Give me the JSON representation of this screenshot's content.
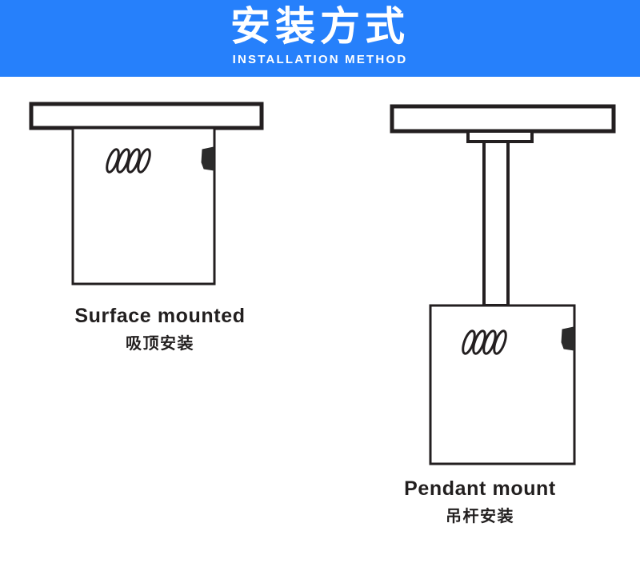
{
  "banner": {
    "title": "安装方式",
    "subtitle": "INSTALLATION METHOD",
    "background_color": "#2680fb",
    "text_color": "#ffffff"
  },
  "diagrams": [
    {
      "id": "surface-mounted",
      "caption_en": "Surface mounted",
      "caption_zh": "吸顶安装",
      "parts": {
        "ceiling_bar": "ceiling-bar",
        "fixture_body": "fixture-body",
        "coil_marks": "coil-marks",
        "side_tab": "side-tab"
      }
    },
    {
      "id": "pendant-mount",
      "caption_en": "Pendant mount",
      "caption_zh": "吊杆安装",
      "parts": {
        "ceiling_bar": "ceiling-bar",
        "mounting_plate": "mounting-plate",
        "drop_rod": "drop-rod",
        "fixture_body": "fixture-body",
        "coil_marks": "coil-marks",
        "side_tab": "side-tab"
      }
    }
  ],
  "colors": {
    "line": "#231f20",
    "fill": "#ffffff",
    "tab": "#2b2b2b",
    "caption": "#221f1f"
  }
}
